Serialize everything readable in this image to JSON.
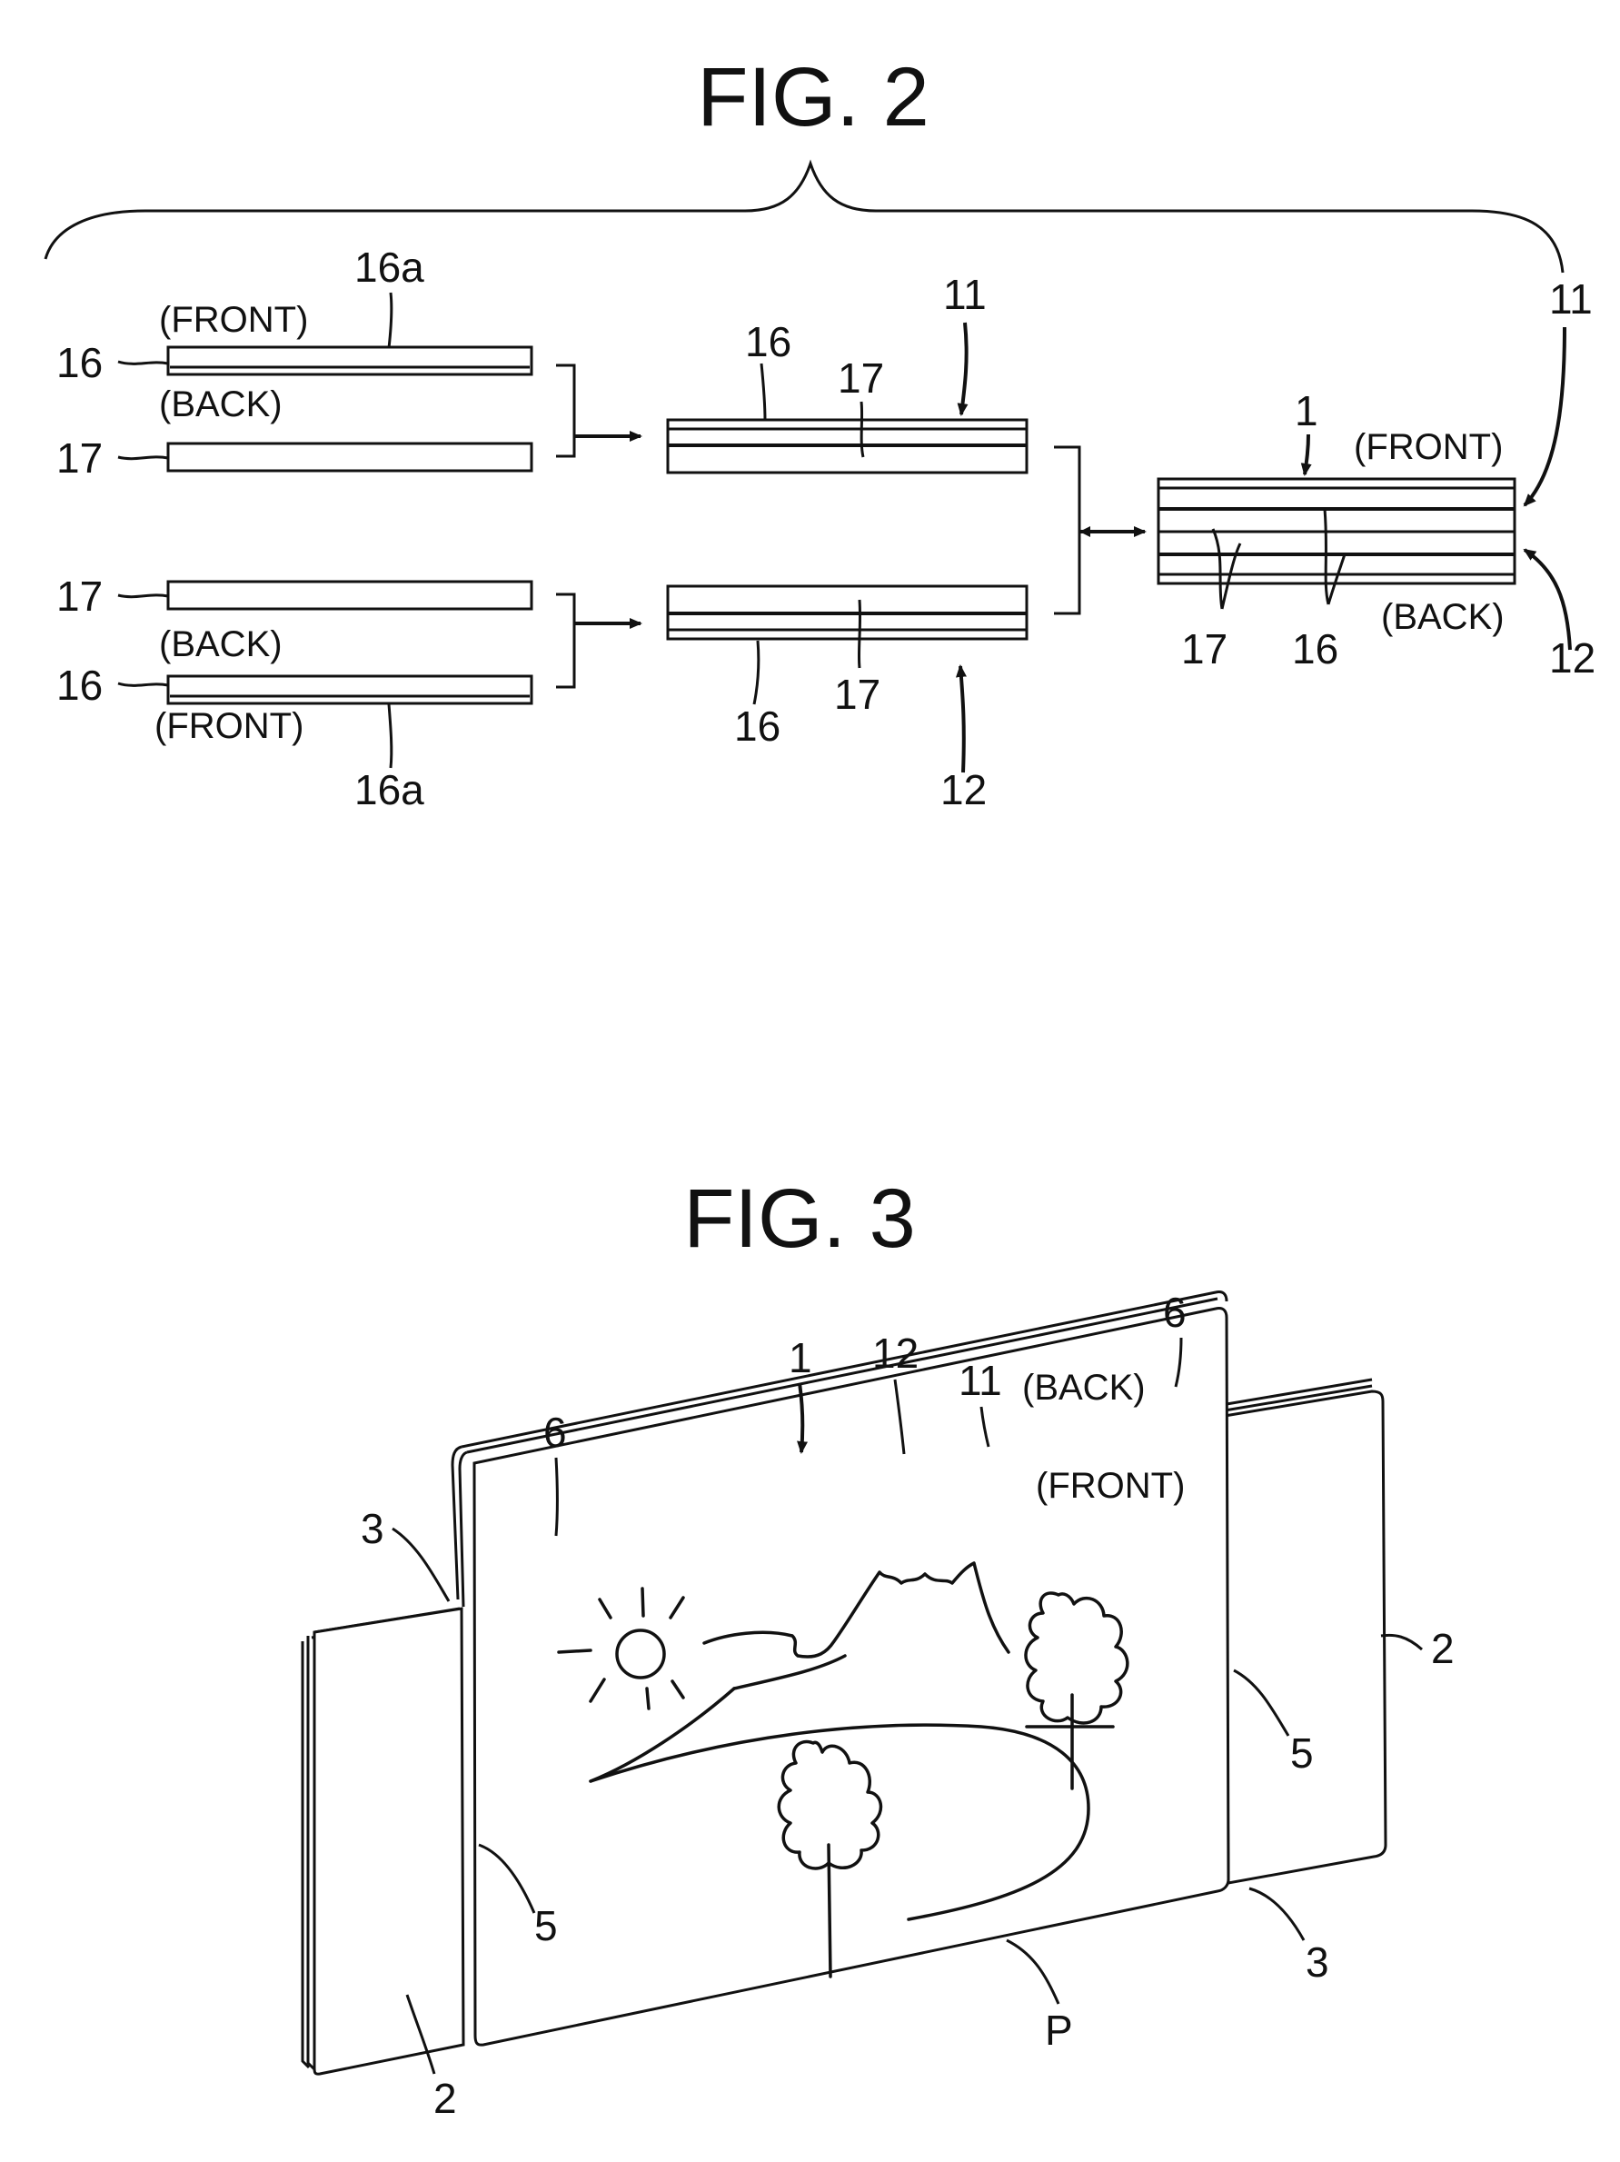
{
  "fig2": {
    "title": "FIG. 2",
    "front": "(FRONT)",
    "back": "(BACK)",
    "ref_16": "16",
    "ref_16a": "16a",
    "ref_17": "17",
    "ref_11": "11",
    "ref_12": "12",
    "ref_1": "1"
  },
  "fig3": {
    "title": "FIG. 3",
    "front": "(FRONT)",
    "back": "(BACK)",
    "ref_1": "1",
    "ref_2": "2",
    "ref_3": "3",
    "ref_5": "5",
    "ref_6": "6",
    "ref_11": "11",
    "ref_12": "12",
    "ref_P": "P"
  }
}
